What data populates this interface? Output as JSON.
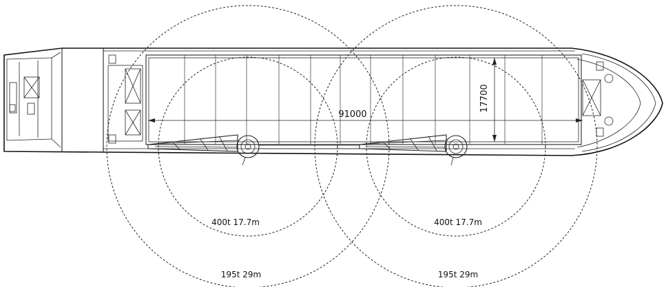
{
  "dimensions": {
    "length": "91000",
    "width": "17700"
  },
  "cranes": [
    {
      "inner_label": "400t 17.7m",
      "outer_label": "195t 29m"
    },
    {
      "inner_label": "400t 17.7m",
      "outer_label": "195t 29m"
    }
  ]
}
